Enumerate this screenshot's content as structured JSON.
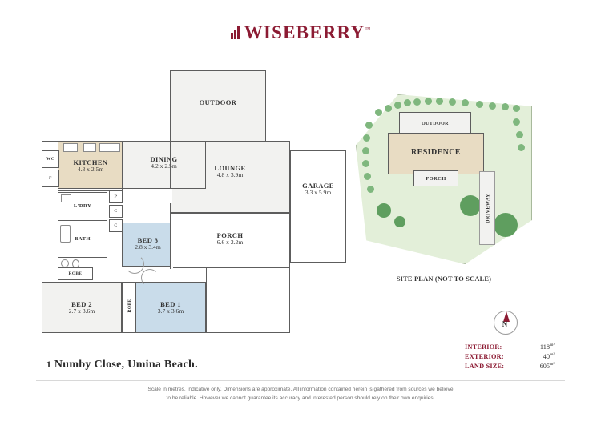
{
  "brand": {
    "name": "WISEBERRY",
    "trademark": "™",
    "color": "#8c1b33"
  },
  "address": {
    "number": "1",
    "street": "Numby Close, Umina Beach."
  },
  "floorplan": {
    "rooms": [
      {
        "key": "outdoor",
        "name": "OUTDOOR",
        "dims": ""
      },
      {
        "key": "kitchen",
        "name": "KITCHEN",
        "dims": "4.3 x 2.5m"
      },
      {
        "key": "dining",
        "name": "DINING",
        "dims": "4.2 x 2.5m"
      },
      {
        "key": "lounge",
        "name": "LOUNGE",
        "dims": "4.8 x 3.9m"
      },
      {
        "key": "garage",
        "name": "GARAGE",
        "dims": "3.3 x 5.9m"
      },
      {
        "key": "porch",
        "name": "PORCH",
        "dims": "6.6 x 2.2m"
      },
      {
        "key": "bed3",
        "name": "BED 3",
        "dims": "2.8 x 3.4m"
      },
      {
        "key": "bed1",
        "name": "BED 1",
        "dims": "3.7 x 3.6m"
      },
      {
        "key": "bed2",
        "name": "BED 2",
        "dims": "2.7 x 3.6m"
      },
      {
        "key": "bath",
        "name": "BATH",
        "dims": ""
      },
      {
        "key": "ldry",
        "name": "L'DRY",
        "dims": ""
      }
    ],
    "small_labels": [
      {
        "key": "wc",
        "name": "WC"
      },
      {
        "key": "f",
        "name": "F"
      },
      {
        "key": "p",
        "name": "P"
      },
      {
        "key": "c1",
        "name": "C"
      },
      {
        "key": "c2",
        "name": "C"
      },
      {
        "key": "robe_a",
        "name": "ROBE"
      },
      {
        "key": "robe_b",
        "name": "ROBE"
      }
    ]
  },
  "siteplan": {
    "caption": "SITE PLAN (NOT TO SCALE)",
    "labels": [
      {
        "key": "residence",
        "name": "RESIDENCE"
      },
      {
        "key": "outdoor",
        "name": "OUTDOOR"
      },
      {
        "key": "porch",
        "name": "PORCH"
      },
      {
        "key": "driveway",
        "name": "DRIVEWAY"
      }
    ]
  },
  "compass": {
    "label": "N"
  },
  "stats": [
    {
      "key": "interior",
      "label": "INTERIOR:",
      "value": "118",
      "unit": "m²"
    },
    {
      "key": "exterior",
      "label": "EXTERIOR:",
      "value": "40",
      "unit": "m²"
    },
    {
      "key": "landsize",
      "label": "LAND SIZE:",
      "value": "605",
      "unit": "m²"
    }
  ],
  "disclaimer": {
    "line1": "Scale in metres. Indicative only. Dimensions are approximate. All information contained herein is gathered from sources we believe",
    "line2": "to be reliable. However we cannot guarantee its accuracy and interested person should rely on their own enquiries."
  }
}
